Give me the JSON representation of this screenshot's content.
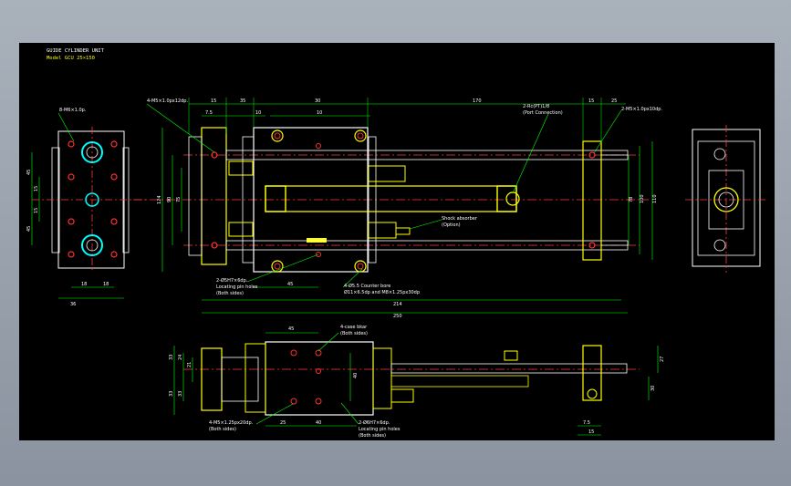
{
  "title": {
    "line1": "GUIDE CYLINDER UNIT",
    "line2": "Model GCU 25×150"
  },
  "colors": {
    "background": "#000000",
    "outline": "#ffffff",
    "part": "#ffff00",
    "dimension": "#00ff00",
    "centerline": "#ff3b3b",
    "port": "#00ffff",
    "hole": "#ff3030"
  },
  "front_view": {
    "dims_top": [
      "15",
      "7.5",
      "35",
      "10",
      "30",
      "10",
      "170",
      "15",
      "25"
    ],
    "dims_left": [
      "124",
      "90",
      "75"
    ],
    "dims_right": [
      "78",
      "100",
      "110"
    ],
    "dims_bottom": [
      "45",
      "214",
      "250"
    ],
    "callouts": {
      "bolt_top_left": "4-M5×1.0px12dp.",
      "port_connection_1": "2-Rc(PT)1/8",
      "port_connection_2": "(Port Connection)",
      "bolt_top_right": "2-M5×1.0px10dp.",
      "shock_absorber_1": "Shock absorber",
      "shock_absorber_2": "(Option)",
      "lock_hole_1": "2-Ø5H7×6dp.",
      "lock_hole_2": "Locating pin holes",
      "lock_hole_3": "(Both sides)",
      "counter_1": "4-Ø5.5 Counter bore",
      "counter_2": "Ø11×6.5dp and M8×1.25px30dp"
    }
  },
  "side_view_left": {
    "callout": "8-M6×1.0p.",
    "dims_left": [
      "45",
      "15",
      "15",
      "45"
    ],
    "dims_bottom": [
      "18",
      "18",
      "36"
    ]
  },
  "side_view_top": {
    "callout_1": "4-case bkar",
    "callout_2": "(Both sides)",
    "dims_top": [
      "45"
    ],
    "dims_left": [
      "33",
      "24",
      "21",
      "33",
      "33"
    ],
    "dims_mid": [
      "40"
    ],
    "dims_right": [
      "27",
      "30"
    ],
    "dims_bottom": [
      "25",
      "40",
      "7.5",
      "15"
    ],
    "callout_bottom_left_1": "4-M5×1.25px20dp.",
    "callout_bottom_left_2": "(Both sides)",
    "callout_bottom_right_1": "2-Ø6H7×6dp.",
    "callout_bottom_right_2": "Locating pin holes",
    "callout_bottom_right_3": "(Both sides)"
  }
}
